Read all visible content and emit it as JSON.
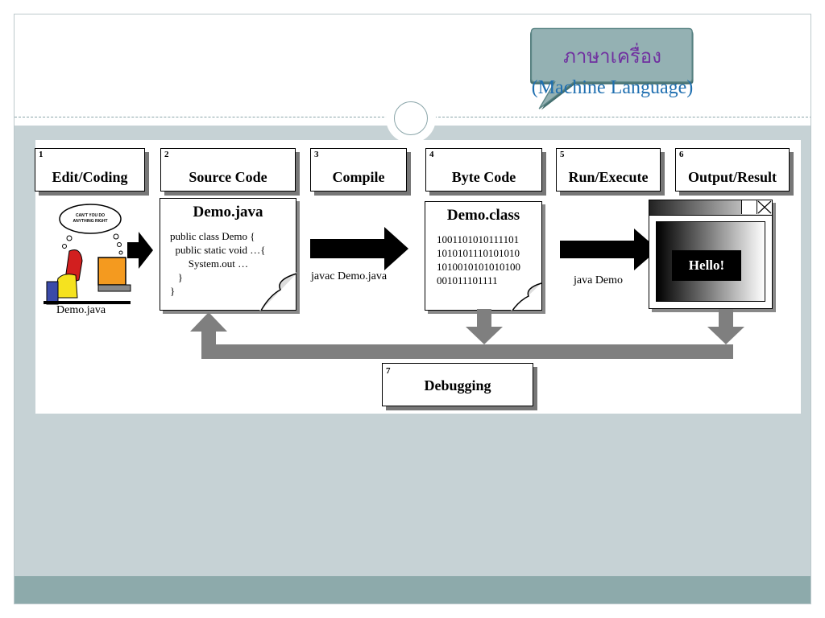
{
  "callout": {
    "line1": "ภาษาเครื่อง",
    "line2": "(Machine Language)"
  },
  "steps": [
    {
      "num": "1",
      "label": "Edit/Coding"
    },
    {
      "num": "2",
      "label": "Source Code"
    },
    {
      "num": "3",
      "label": "Compile"
    },
    {
      "num": "4",
      "label": "Byte Code"
    },
    {
      "num": "5",
      "label": "Run/Execute"
    },
    {
      "num": "6",
      "label": "Output/Result"
    },
    {
      "num": "7",
      "label": "Debugging"
    }
  ],
  "source_doc": {
    "title": "Demo.java",
    "code": "public class Demo {\n  public static void …{\n       System.out …\n   }\n}"
  },
  "byte_doc": {
    "title": "Demo.class",
    "bits": "1001101010111101\n1010101110101010\n1010010101010100\n001011101111"
  },
  "compile_cmd": "javac Demo.java",
  "run_cmd": "java Demo",
  "output_text": "Hello!",
  "cartoon_caption": "Demo.java",
  "cartoon_thought": "CAN'T YOU DO ANYTHING RIGHT?"
}
